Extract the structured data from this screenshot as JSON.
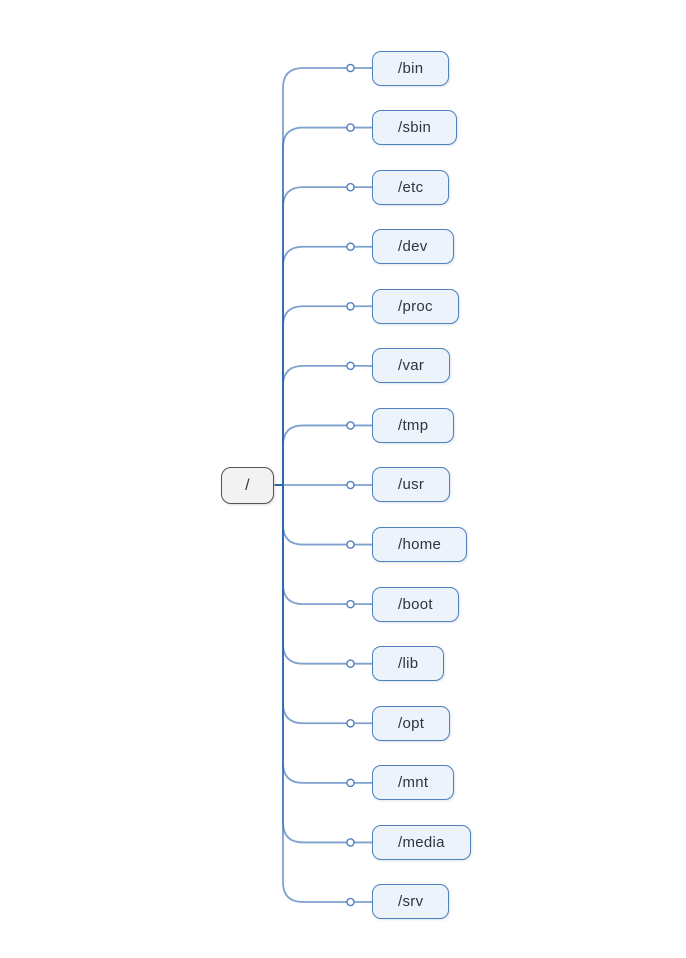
{
  "diagram": {
    "title": "linux-filesystem-tree",
    "root": {
      "label": "/"
    },
    "children": [
      {
        "label": "/bin"
      },
      {
        "label": "/sbin"
      },
      {
        "label": "/etc"
      },
      {
        "label": "/dev"
      },
      {
        "label": "/proc"
      },
      {
        "label": "/var"
      },
      {
        "label": "/tmp"
      },
      {
        "label": "/usr"
      },
      {
        "label": "/home"
      },
      {
        "label": "/boot"
      },
      {
        "label": "/lib"
      },
      {
        "label": "/opt"
      },
      {
        "label": "/mnt"
      },
      {
        "label": "/media"
      },
      {
        "label": "/srv"
      }
    ],
    "colors": {
      "edge": "#2e68b1",
      "circle_stroke": "#4f81bd",
      "node_border": "#4f81bd",
      "node_fill": "#edf3fa",
      "root_border": "#545454",
      "root_fill": "#f2f2f2",
      "text": "#2e3440",
      "background": "#ffffff"
    }
  }
}
